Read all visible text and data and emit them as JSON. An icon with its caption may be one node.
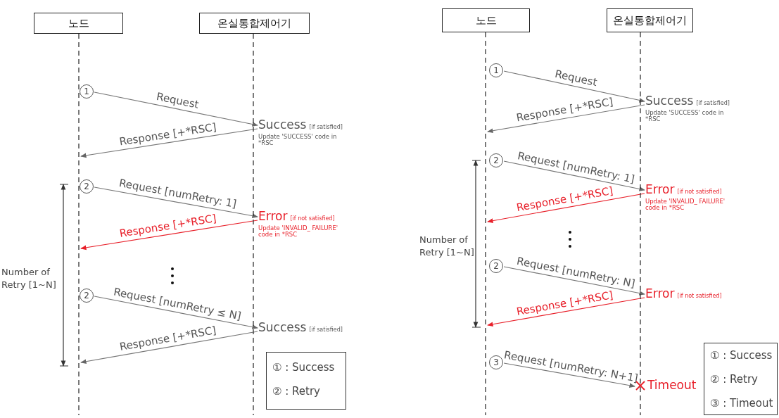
{
  "diagram": {
    "nodes": [
      {
        "text": [
          "노드"
        ]
      },
      {
        "text": [
          "온실통합제어기"
        ]
      },
      {
        "text": [
          "1"
        ]
      },
      {
        "text": [
          "Success",
          "[if satisfied]",
          "Update 'SUCCESS' code in *RSC"
        ]
      },
      {
        "text": [
          "2"
        ]
      },
      {
        "text": [
          "Error",
          "[if not satisfied]",
          "Update 'INVALID_ FAILURE' code in *RSC"
        ]
      },
      {
        "text": [
          "2"
        ]
      },
      {
        "text": [
          "Success",
          "[if satisfied]"
        ]
      },
      {
        "text": [
          "노드"
        ]
      },
      {
        "text": [
          "온실통합제어기"
        ]
      },
      {
        "text": [
          "1"
        ]
      },
      {
        "text": [
          "Success",
          "[if satisfied]",
          "Update 'SUCCESS' code in *RSC"
        ]
      },
      {
        "text": [
          "2"
        ]
      },
      {
        "text": [
          "Error",
          "[if not satisfied]",
          "Update 'INVALID_ FAILURE' code in *RSC"
        ]
      },
      {
        "text": [
          "2"
        ]
      },
      {
        "text": [
          "Error",
          "[if not satisfied]"
        ]
      },
      {
        "text": [
          "3"
        ]
      },
      {
        "text": [
          "Timeout"
        ]
      },
      {
        "text": [],
        "shape": "line"
      },
      {
        "text": [],
        "shape": "line"
      },
      {
        "text": [],
        "shape": "line"
      },
      {
        "text": [],
        "shape": "line"
      }
    ],
    "edges": [
      {
        "from": 2,
        "to": 3,
        "arrow": "to",
        "label": "Request"
      },
      {
        "from": 3,
        "to": 18,
        "arrow": "to",
        "label": "Response [+*RSC]"
      },
      {
        "from": 4,
        "to": 5,
        "arrow": "to",
        "label": "Request [numRetry: 1]"
      },
      {
        "from": 5,
        "to": 18,
        "arrow": "to",
        "label": "Response [+*RSC]",
        "color": "#e8202a"
      },
      {
        "from": 6,
        "to": 7,
        "arrow": "to",
        "label": "Request [numRetry ≤ N]"
      },
      {
        "from": 7,
        "to": 18,
        "arrow": "to",
        "label": "Response [+*RSC]"
      },
      {
        "from": 10,
        "to": 11,
        "arrow": "to",
        "label": "Request"
      },
      {
        "from": 11,
        "to": 20,
        "arrow": "to",
        "label": "Response [+*RSC]"
      },
      {
        "from": 12,
        "to": 13,
        "arrow": "to",
        "label": "Request [numRetry: 1]"
      },
      {
        "from": 13,
        "to": 20,
        "arrow": "to",
        "label": "Response [+*RSC]",
        "color": "#e8202a"
      },
      {
        "from": 14,
        "to": 15,
        "arrow": "to",
        "label": "Request [numRetry: N]"
      },
      {
        "from": 15,
        "to": 20,
        "arrow": "to",
        "label": "Response [+*RSC]",
        "color": "#e8202a"
      },
      {
        "from": 16,
        "to": 17,
        "arrow": "to",
        "label": "Request [numRetry: N+1]"
      }
    ],
    "labels": [
      "Number of Retry [1~N]",
      "Number of Retry [1~N]"
    ],
    "legend": [
      {
        "text": "① : Success"
      },
      {
        "text": "② : Retry"
      },
      {
        "text": "① : Success"
      },
      {
        "text": "② : Retry"
      },
      {
        "text": "③ : Timeout"
      }
    ]
  }
}
